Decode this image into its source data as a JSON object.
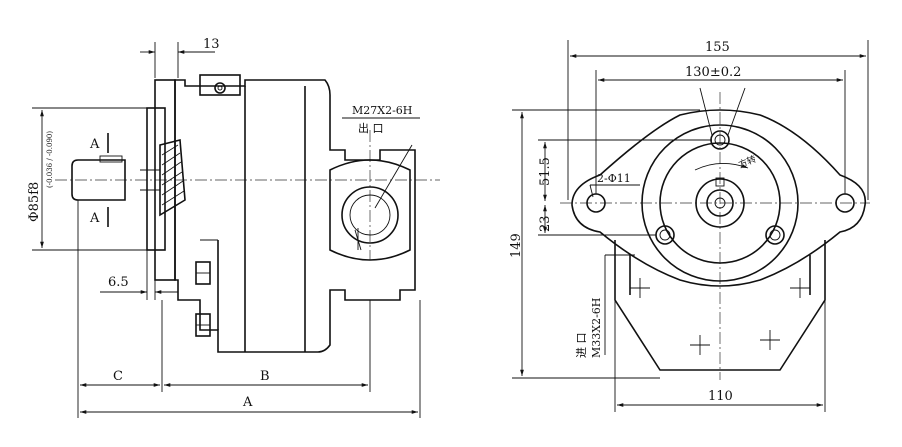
{
  "left_view": {
    "dim_13": "13",
    "outlet_thread": "M27X2-6H",
    "outlet_label": "出 口",
    "section_mark": "A",
    "shaft_dia_main": "Φ85f8",
    "shaft_dia_tol": "(-0.036 / -0.090)",
    "dim_6_5": "6.5",
    "dim_C": "C",
    "dim_B": "B",
    "dim_A": "A"
  },
  "right_view": {
    "dim_155": "155",
    "dim_130": "130±0.2",
    "dim_51_5": "51.5",
    "dim_23": "23",
    "dim_149": "149",
    "holes": "2-Φ11",
    "rotation": "方转",
    "inlet_label": "进 口",
    "inlet_thread": "M33X2-6H",
    "dim_110": "110"
  }
}
